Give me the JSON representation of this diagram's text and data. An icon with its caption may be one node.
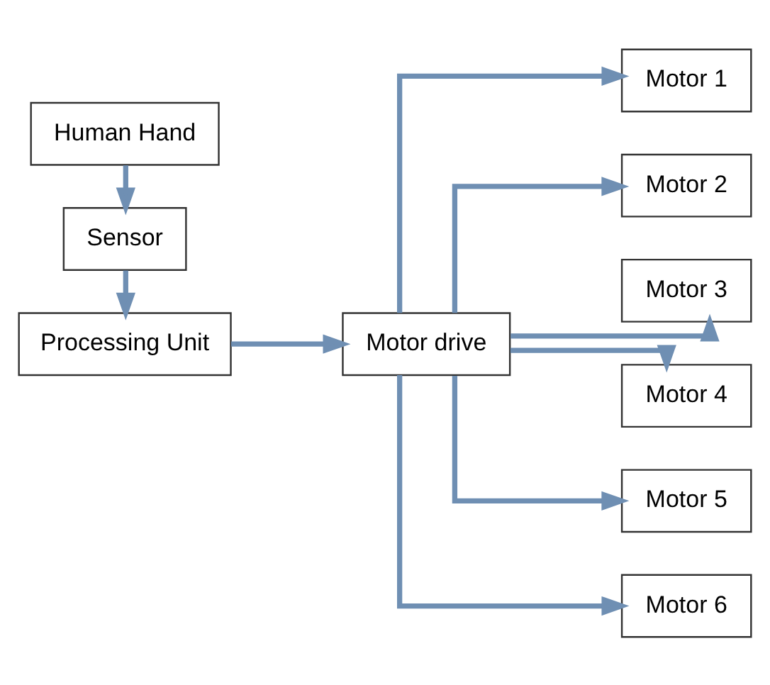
{
  "diagram": {
    "nodes": [
      {
        "text": [
          "Human Hand"
        ]
      },
      {
        "text": [
          "Sensor"
        ]
      },
      {
        "text": [
          "Processing Unit"
        ]
      },
      {
        "text": [
          "Motor drive"
        ]
      },
      {
        "text": [
          "Motor 1"
        ]
      },
      {
        "text": [
          "Motor 2"
        ]
      },
      {
        "text": [
          "Motor 3"
        ]
      },
      {
        "text": [
          "Motor 4"
        ]
      },
      {
        "text": [
          "Motor 5"
        ]
      },
      {
        "text": [
          "Motor 6"
        ]
      }
    ],
    "edges": [
      {
        "from": 0,
        "to": 1,
        "arrow": "to"
      },
      {
        "from": 1,
        "to": 2,
        "arrow": "to"
      },
      {
        "from": 2,
        "to": 3,
        "arrow": "to"
      },
      {
        "from": 3,
        "to": 4,
        "arrow": "to"
      },
      {
        "from": 3,
        "to": 5,
        "arrow": "to"
      },
      {
        "from": 3,
        "to": 6,
        "arrow": "to"
      },
      {
        "from": 3,
        "to": 7,
        "arrow": "to"
      },
      {
        "from": 3,
        "to": 8,
        "arrow": "to"
      },
      {
        "from": 3,
        "to": 9,
        "arrow": "to"
      }
    ]
  }
}
